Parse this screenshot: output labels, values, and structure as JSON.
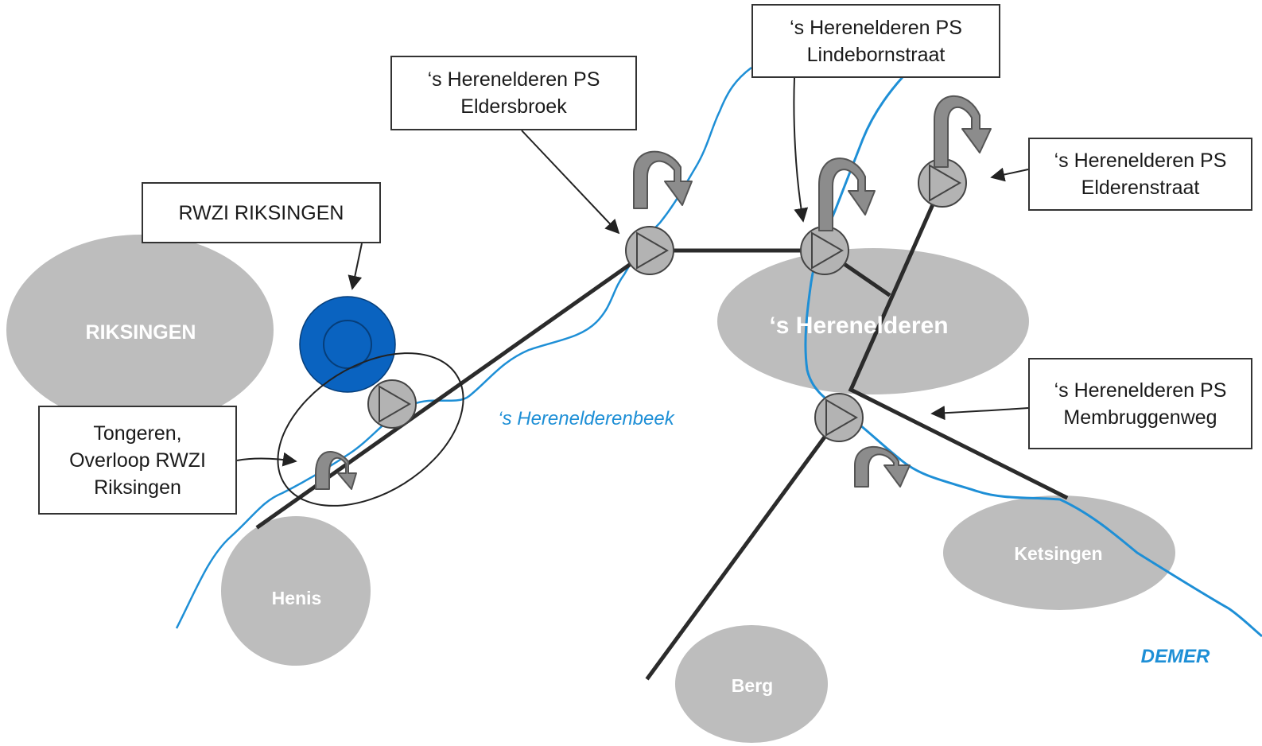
{
  "colors": {
    "village": "#bdbdbd",
    "river": "#1e8fd6",
    "treatment_plant": "#0a63c0",
    "pump": "#b3b3b3",
    "pump_arrow": "#7f7f7f",
    "pipe": "#2b2b2b"
  },
  "villages": {
    "riksingen": "RIKSINGEN",
    "herenelderen": "‘s Herenelderen",
    "henis": "Henis",
    "berg": "Berg",
    "ketsingen": "Ketsingen"
  },
  "rivers": {
    "herenelderenbeek": "‘s Herenelderenbeek",
    "demer": "DEMER"
  },
  "labels": {
    "rwzi": [
      "RWZI RIKSINGEN"
    ],
    "overloop": [
      "Tongeren,",
      "Overloop RWZI",
      "Riksingen"
    ],
    "eldersbroek": [
      "‘s Herenelderen PS",
      "Eldersbroek"
    ],
    "lindebornstraat": [
      "‘s Herenelderen PS",
      "Lindebornstraat"
    ],
    "elderenstraat": [
      "‘s Herenelderen PS",
      "Elderenstraat"
    ],
    "membruggenweg": [
      "‘s Herenelderen PS",
      "Membruggenweg"
    ]
  },
  "icons": {
    "pump": "pump-station-icon",
    "flow": "curved-flow-arrow-icon",
    "plant": "treatment-plant-icon"
  }
}
